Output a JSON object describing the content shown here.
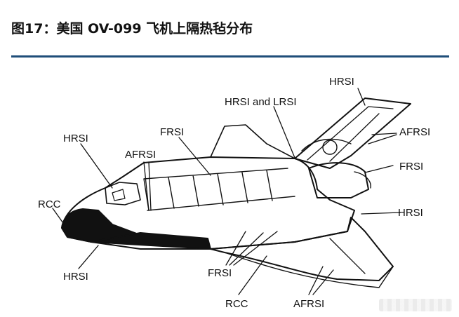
{
  "title": "图17：美国 OV-099 飞机上隔热毡分布",
  "colors": {
    "rule": "#1f4e79",
    "ink": "#111111"
  },
  "labels": {
    "hrsi_tail": "HRSI",
    "hrsi_lrsi": "HRSI and LRSI",
    "hrsi_nose": "HRSI",
    "frsi_top": "FRSI",
    "afrsi_tail": "AFRSI",
    "afrsi_body": "AFRSI",
    "frsi_pod": "FRSI",
    "rcc_nose": "RCC",
    "hrsi_wing": "HRSI",
    "hrsi_bottom": "HRSI",
    "frsi_bottom": "FRSI",
    "rcc_bottom": "RCC",
    "afrsi_bottom": "AFRSI"
  }
}
